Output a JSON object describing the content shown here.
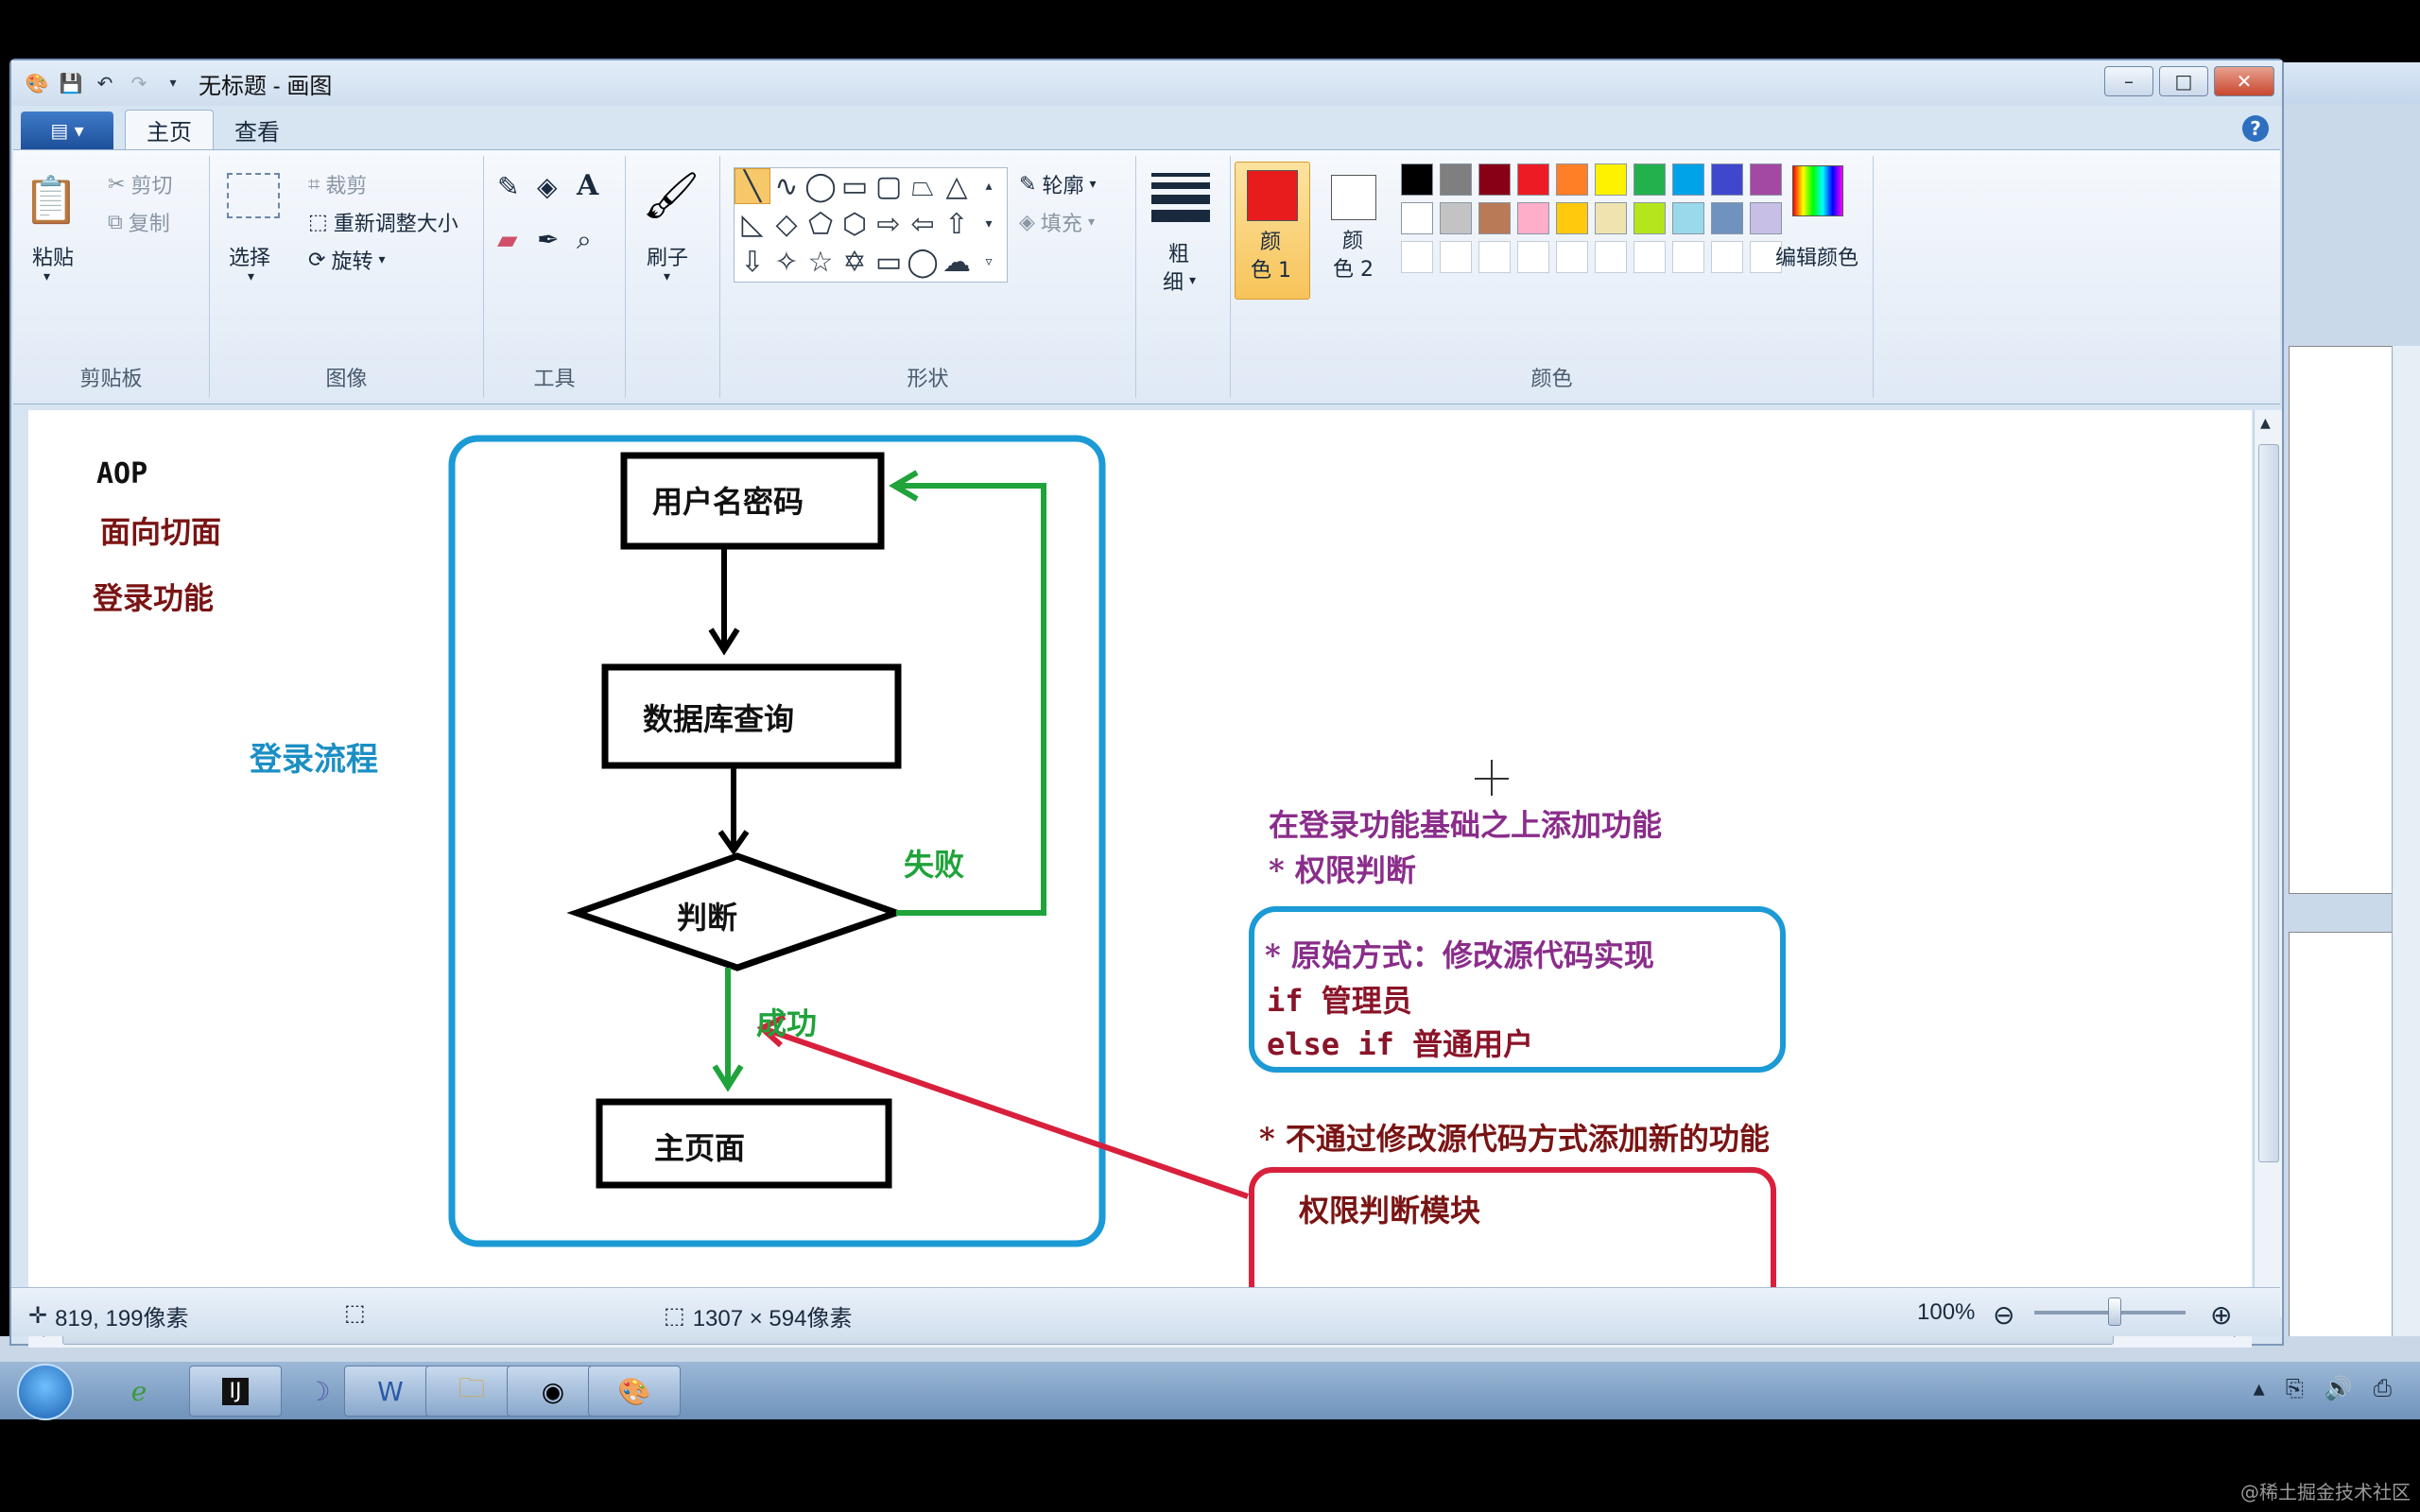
{
  "window": {
    "title": "无标题 - 画图",
    "controls": {
      "minimize": "–",
      "maximize": "□",
      "close": "✕"
    }
  },
  "tabs": [
    {
      "label": "主页",
      "active": true
    },
    {
      "label": "查看",
      "active": false
    }
  ],
  "ribbon": {
    "clipboard": {
      "paste": "粘贴",
      "cut": "剪切",
      "copy": "复制",
      "label": "剪贴板"
    },
    "image": {
      "select": "选择",
      "crop": "裁剪",
      "resize": "重新调整大小",
      "rotate": "旋转",
      "label": "图像"
    },
    "tools": {
      "label": "工具"
    },
    "brushes": {
      "label": "刷子"
    },
    "shapes": {
      "outline": "轮廓",
      "fill": "填充",
      "label": "形状"
    },
    "size": {
      "label_line1": "粗",
      "label_line2": "细"
    },
    "colors": {
      "color1_line1": "颜",
      "color1_line2": "色 1",
      "color2_line1": "颜",
      "color2_line2": "色 2",
      "edit": "编辑颜色",
      "label": "颜色",
      "color1_value": "#e81c1c",
      "color2_value": "#ffffff",
      "palette_row1": [
        "#000000",
        "#7f7f7f",
        "#880015",
        "#ed1c24",
        "#ff7f27",
        "#fff200",
        "#22b14c",
        "#00a2e8",
        "#3f48cc",
        "#a349a4"
      ],
      "palette_row2": [
        "#ffffff",
        "#c3c3c3",
        "#b97a57",
        "#ffaec9",
        "#ffc90e",
        "#efe4b0",
        "#b5e61d",
        "#99d9ea",
        "#7092be",
        "#c8bfe7"
      ]
    }
  },
  "canvas": {
    "aop": "AOP",
    "aspect": "面向切面",
    "login_func": "登录功能",
    "login_flow": "登录流程",
    "flow": {
      "username": "用户名密码",
      "dbquery": "数据库查询",
      "judge": "判断",
      "fail": "失败",
      "success": "成功",
      "homepage": "主页面"
    },
    "notes": {
      "line1": "在登录功能基础之上添加功能",
      "line2": "* 权限判断",
      "box_line1": "* 原始方式：修改源代码实现",
      "box_line2": "if 管理员",
      "box_line3": "else if 普通用户",
      "line3": "* 不通过修改源代码方式添加新的功能",
      "module": "权限判断模块"
    }
  },
  "status": {
    "cursor_pos": "819, 199像素",
    "image_size": "1307 × 594像素",
    "zoom": "100%"
  },
  "watermark": "@稀土掘金技术社区"
}
